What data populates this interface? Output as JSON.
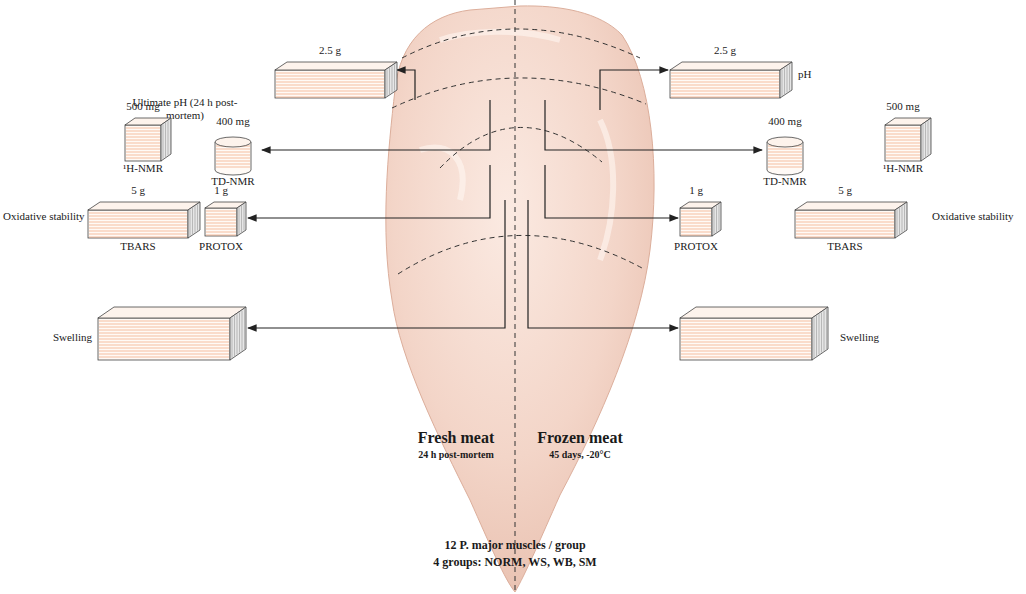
{
  "diagram": {
    "nodes": [
      {
        "text": [
          "2.5 g",
          "Ultimate pH (24 h post-mortem)"
        ]
      },
      {
        "text": [
          "500 mg",
          "¹H-NMR"
        ]
      },
      {
        "text": [
          "400 mg",
          "TD-NMR"
        ]
      },
      {
        "text": [
          "5 g",
          "TBARS"
        ]
      },
      {
        "text": [
          "1 g",
          "PROTOX"
        ]
      },
      {
        "text": [
          "Swelling"
        ]
      },
      {
        "text": [
          "2.5 g",
          "pH"
        ]
      },
      {
        "text": [
          "400 mg",
          "TD-NMR"
        ]
      },
      {
        "text": [
          "500 mg",
          "¹H-NMR"
        ]
      },
      {
        "text": [
          "1 g",
          "PROTOX"
        ]
      },
      {
        "text": [
          "5 g",
          "TBARS"
        ]
      },
      {
        "text": [
          "Swelling"
        ]
      }
    ],
    "labels": [
      "Oxidative stability",
      "Oxidative stability",
      "Fresh meat",
      "24 h post-mortem",
      "Frozen meat",
      "45 days, -20°C",
      "12 P. major muscles / group",
      "4 groups: NORM, WS, WB, SM"
    ]
  }
}
